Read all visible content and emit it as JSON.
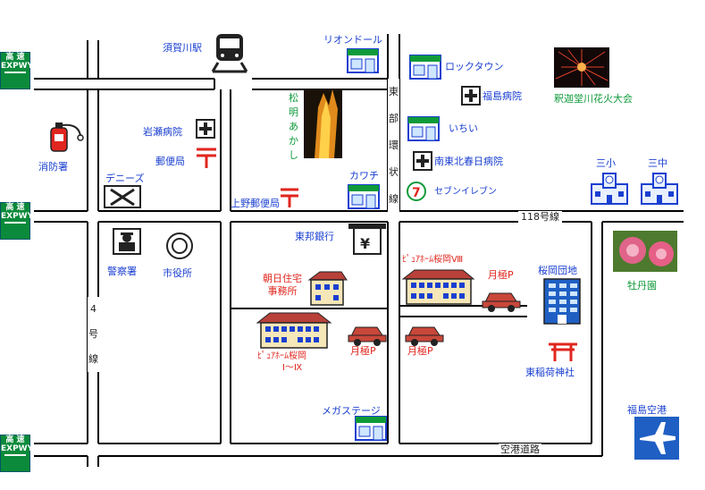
{
  "colors": {
    "road": "#000000",
    "text_blue": "#1a3fd0",
    "text_red": "#e0261e",
    "text_green": "#0f9a3a",
    "highway_sign": "#0a8a3a",
    "airport": "#1f5fc4",
    "shrine": "#e0261e"
  },
  "highway_signs": [
    {
      "top": "高 速",
      "bottom": "EXPWY"
    },
    {
      "top": "高 速",
      "bottom": "EXPWY"
    },
    {
      "top": "高 速",
      "bottom": "EXPWY"
    }
  ],
  "roads": {
    "higashi_kanjo": "東部環状線",
    "route_118": "118号線",
    "route_4": "4号線",
    "airport_road": "空港道路"
  },
  "labels": {
    "sukagawa_station": "須賀川駅",
    "riondor": "リオンドール",
    "rock_town": "ロックタウン",
    "fukushima_hospital": "福島病院",
    "fireworks": "釈迦堂川花火大会",
    "taimatsu": "松明あかし",
    "ichii": "いちい",
    "nantou_hospital": "南東北春日病院",
    "kawachi": "カワチ",
    "seven_eleven": "セブンイレブン",
    "iwase_hospital": "岩瀬病院",
    "post_office": "郵便局",
    "fire_station": "消防署",
    "dennys": "デニーズ",
    "ueno_post": "上野郵便局",
    "san_sho": "三小",
    "san_chu": "三中",
    "toho_bank": "東邦銀行",
    "police": "警察署",
    "city_hall": "市役所",
    "asahi_jutaku": "朝日住宅事務所",
    "pure_home_8": "ﾋﾟｭｱﾎｰﾑ桜岡Ⅷ",
    "tsukigime_p": "月極P",
    "sakuraoka_danchi": "桜岡団地",
    "botan_en": "牡丹園",
    "pure_home_1_9a": "ﾋﾟｭｱﾎｰﾑ桜岡",
    "pure_home_1_9b": "Ⅰ～Ⅸ",
    "higashi_inari": "東稲荷神社",
    "mega_stage": "メガステージ",
    "fukushima_airport": "福島空港"
  }
}
